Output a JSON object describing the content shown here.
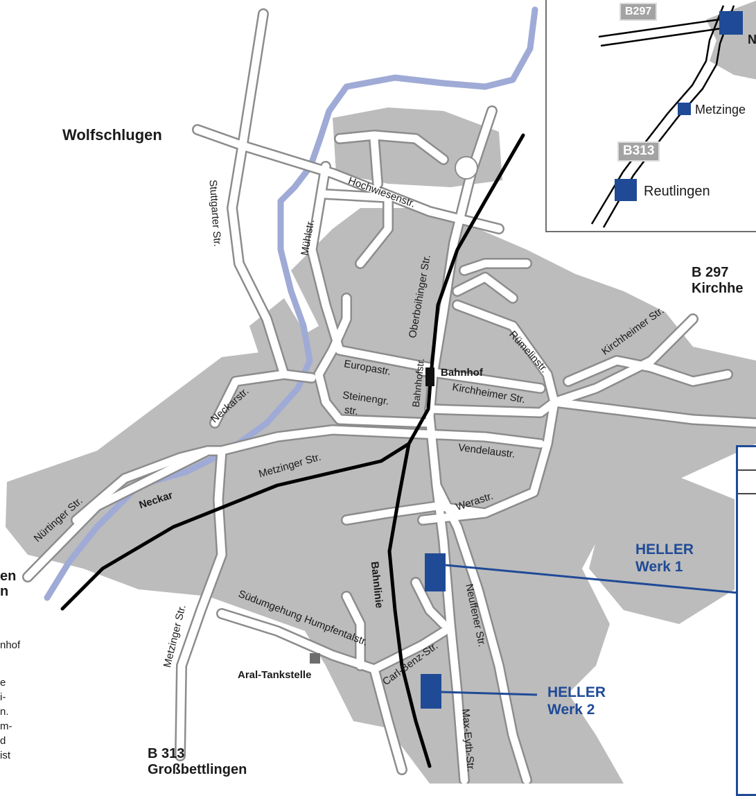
{
  "colors": {
    "urban_area": "#bcbcbc",
    "river": "#9fabd6",
    "road_fill": "#ffffff",
    "road_casing": "#8c8c8c",
    "railway": "#000000",
    "heller_blue": "#1f4a96",
    "station": "#111111",
    "aral_marker": "#6d6d6d",
    "inset_border": "#6e6e6e"
  },
  "towns": {
    "wolfschlugen": "Wolfschlugen"
  },
  "roads": {
    "b297": {
      "line1": "B 297",
      "line2": "Kirchhe"
    },
    "b313": {
      "line1": "B 313",
      "line2": "Großbettlingen"
    }
  },
  "streets": {
    "stuttgarter": "Stuttgarter Str.",
    "muehl": "Mühlstr.",
    "hochwiesen": "Hochwiesenstr.",
    "oberboihinger": "Oberboihinger Str.",
    "ruemelin": "Rümelinstr.",
    "kirchheimer_ne": "Kirchheimer Str.",
    "europa": "Europastr.",
    "bahnhof": "Bahnhofstr.",
    "steinengr_1": "Steinengr.",
    "steinengr_2": "str.",
    "kirchheimer_center": "Kirchheimer Str.",
    "neckar_str": "Neckarstr.",
    "vendelau": "Vendelaustr.",
    "metzinger_center": "Metzinger Str.",
    "wera": "Werastr.",
    "nuertinger": "Nürtinger Str.",
    "neuffener": "Neuffener Str.",
    "suedumgehung": "Südumgehung Humpfentalstr.",
    "metzinger_south": "Metzinger Str.",
    "carl_benz": "Carl-Benz-Str.",
    "max_eyth": "Max-Eyth-Str."
  },
  "features": {
    "neckar": "Neckar",
    "bahnlinie": "Bahnlinie",
    "bahnhof": "Bahnhof",
    "aral": "Aral-Tankstelle"
  },
  "heller": {
    "werk1": {
      "line1": "HELLER",
      "line2": "Werk 1"
    },
    "werk2": {
      "line1": "HELLER",
      "line2": "Werk 2"
    }
  },
  "inset": {
    "badge_b297": "B297",
    "badge_b313": "B313",
    "city_n": "N",
    "metzingen": "Metzinge",
    "reutlingen": "Reutlingen"
  },
  "cut_text": {
    "line1": "en",
    "line2": "n",
    "line3": "nhof",
    "line4": "e",
    "line5": "i-",
    "line6": "n.",
    "line7": "m-",
    "line8": "d",
    "line9": "ist"
  }
}
